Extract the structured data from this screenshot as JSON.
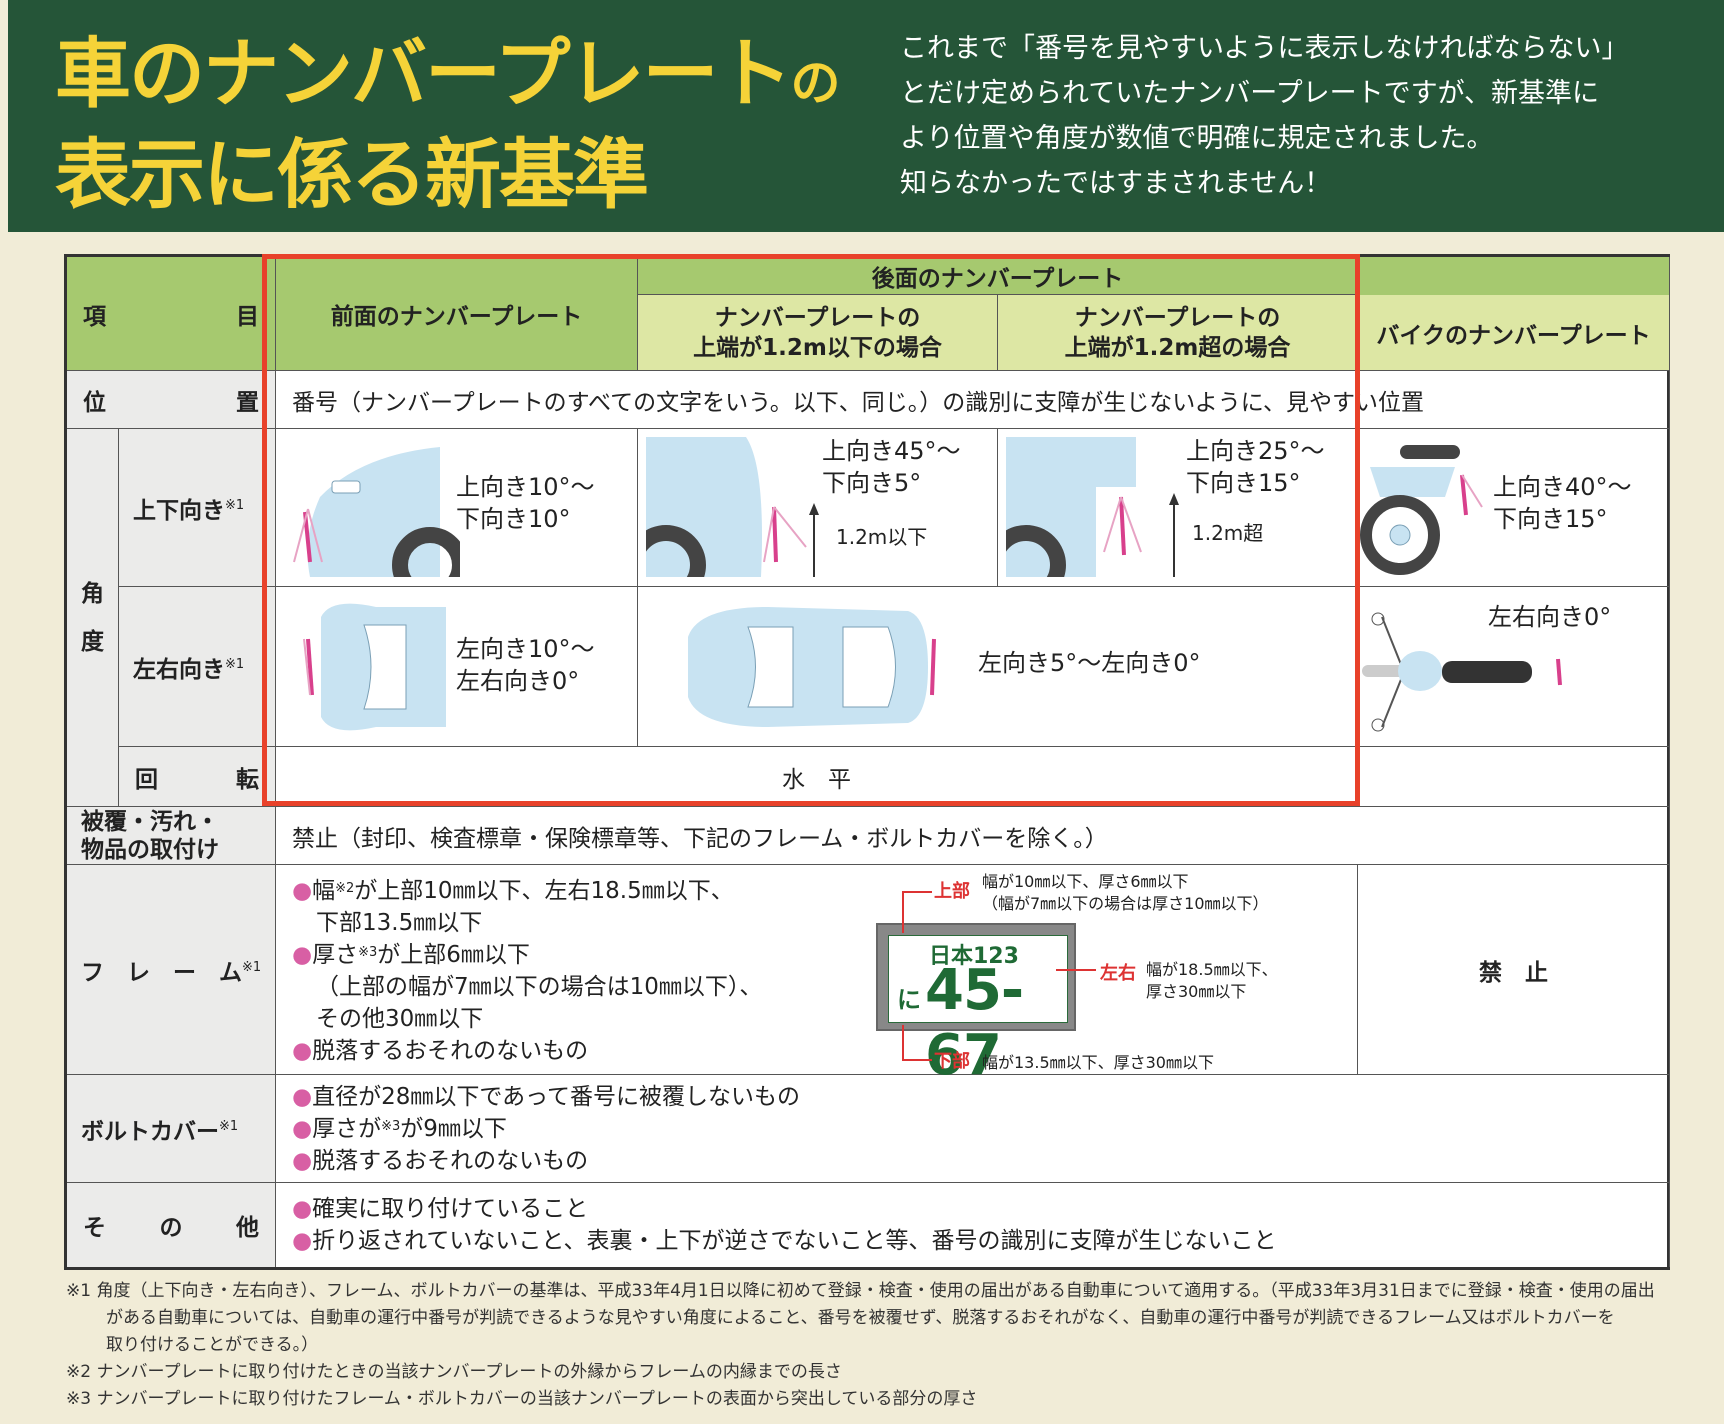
{
  "header": {
    "title_line1": "車のナンバープレート",
    "title_particle": "の",
    "title_line2": "表示に係る新基準",
    "intro": [
      "これまで「番号を見やすいように表示しなければならない」",
      "とだけ定められていたナンバープレートですが、新基準に",
      "より位置や角度が数値で明確に規定されました。",
      "知らなかったではすまされません！"
    ]
  },
  "table": {
    "col_item_a": "項",
    "col_item_b": "目",
    "col_front": "前面のナンバープレート",
    "col_rear": "後面のナンバープレート",
    "col_rear_low_1": "ナンバープレートの",
    "col_rear_low_2": "上端が1.2m以下の場合",
    "col_rear_high_1": "ナンバープレートの",
    "col_rear_high_2": "上端が1.2m超の場合",
    "col_bike": "バイクのナンバープレート",
    "row_position_a": "位",
    "row_position_b": "置",
    "position_text": "番号（ナンバープレートのすべての文字をいう。以下、同じ。）の識別に支障が生じないように、見やすい位置",
    "row_angle_a": "角",
    "row_angle_b": "度",
    "row_updown": "上下向き",
    "row_leftright": "左右向き",
    "note1_mark": "※1",
    "note2_mark": "※2",
    "note3_mark": "※3",
    "row_rotation_a": "回",
    "row_rotation_b": "転",
    "rotation_text": "水　平",
    "ud_front_1": "上向き10°～",
    "ud_front_2": "下向き10°",
    "ud_rear_low_1": "上向き45°～",
    "ud_rear_low_2": "下向き5°",
    "ud_rear_low_h": "1.2m以下",
    "ud_rear_high_1": "上向き25°～",
    "ud_rear_high_2": "下向き15°",
    "ud_rear_high_h": "1.2m超",
    "ud_bike_1": "上向き40°～",
    "ud_bike_2": "下向き15°",
    "lr_front_1": "左向き10°～",
    "lr_front_2": "左右向き0°",
    "lr_rear": "左向き5°～左向き0°",
    "lr_bike": "左右向き0°",
    "row_cover_1": "被覆・汚れ・",
    "row_cover_2": "物品の取付け",
    "cover_text": "禁止（封印、検査標章・保険標章等、下記のフレーム・ボルトカバーを除く。）",
    "row_frame": "フ　レ　ー　ム",
    "frame_l1a": "幅",
    "frame_l1b": "が上部10㎜以下、左右18.5㎜以下、",
    "frame_l2": "下部13.5㎜以下",
    "frame_l3a": "厚さ",
    "frame_l3b": "が上部6㎜以下",
    "frame_l4": "（上部の幅が7㎜以下の場合は10㎜以下）、",
    "frame_l5": "その他30㎜以下",
    "frame_l6": "脱落するおそれのないもの",
    "frame_bike": "禁　止",
    "plate_top_label": "上部",
    "plate_top_text_1": "幅が10㎜以下、厚さ6㎜以下",
    "plate_top_text_2": "（幅が7㎜以下の場合は厚さ10㎜以下）",
    "plate_lr_label": "左右",
    "plate_lr_text_1": "幅が18.5㎜以下、",
    "plate_lr_text_2": "厚さ30㎜以下",
    "plate_bottom_label": "下部",
    "plate_bottom_text": "幅が13.5㎜以下、厚さ30㎜以下",
    "plate_region": "日本123",
    "plate_kana": "に",
    "plate_number": "45-67",
    "row_bolt": "ボルトカバー",
    "bolt_1": "直径が28㎜以下であって番号に被覆しないもの",
    "bolt_2a": "厚さが",
    "bolt_2b": "が9㎜以下",
    "bolt_3": "脱落するおそれのないもの",
    "row_other_a": "そ",
    "row_other_b": "の",
    "row_other_c": "他",
    "other_1": "確実に取り付けていること",
    "other_2": "折り返されていないこと、表裏・上下が逆さでないこと等、番号の識別に支障が生じないこと",
    "bullet": "●"
  },
  "footnotes": [
    "※1 角度（上下向き・左右向き）、フレーム、ボルトカバーの基準は、平成33年4月1日以降に初めて登録・検査・使用の届出がある自動車について適用する。（平成33年3月31日までに登録・検査・使用の届出",
    "がある自動車については、自動車の運行中番号が判読できるような見やすい角度によること、番号を被覆せず、脱落するおそれがなく、自動車の運行中番号が判読できるフレーム又はボルトカバーを",
    "取り付けることができる。）",
    "※2 ナンバープレートに取り付けたときの当該ナンバープレートの外縁からフレームの内縁までの長さ",
    "※3 ナンバープレートに取り付けたフレーム・ボルトカバーの当該ナンバープレートの表面から突出している部分の厚さ"
  ],
  "colors": {
    "header_bg": "#255538",
    "title": "#f5d338",
    "highlight": "#e8412a",
    "plate_mark": "#d8408c",
    "car": "#c8e3f2"
  }
}
